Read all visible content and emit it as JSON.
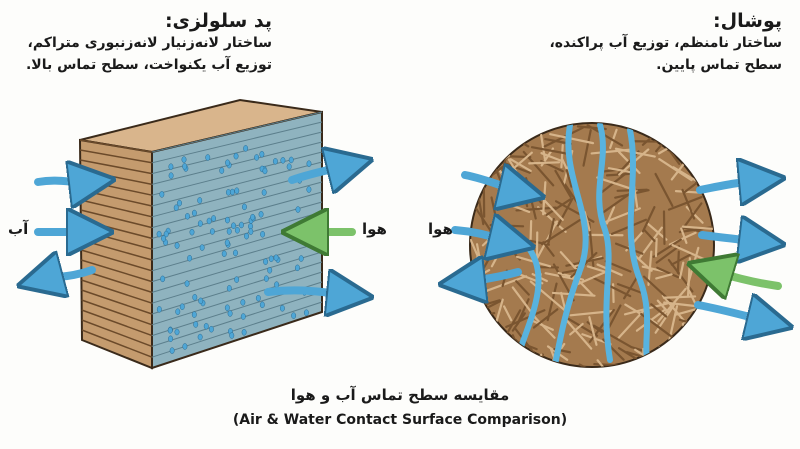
{
  "cellulose_pad": {
    "title": "پد سلولزی:",
    "desc_line1": "ساختار لانه‌زنیار لانه‌زنبوری متراکم،",
    "desc_line2": "توزیع آب یکنواخت، سطح تماس بالا."
  },
  "straw_pad": {
    "title": "پوشال:",
    "desc_line1": "ساختار نامنظم، توزیع آب پراکنده،",
    "desc_line2": "سطح تماس پایین."
  },
  "labels": {
    "water": "آب",
    "air_left": "هوا",
    "air_right": "هوا"
  },
  "caption": {
    "fa": "مقایسه سطح تماس آب و هوا",
    "en": "(Air & Water Contact Surface Comparison)"
  },
  "colors": {
    "water": "#4ea6d6",
    "air": "#7cc26a",
    "pad": "#c9a27a",
    "straw": "#b08659"
  }
}
